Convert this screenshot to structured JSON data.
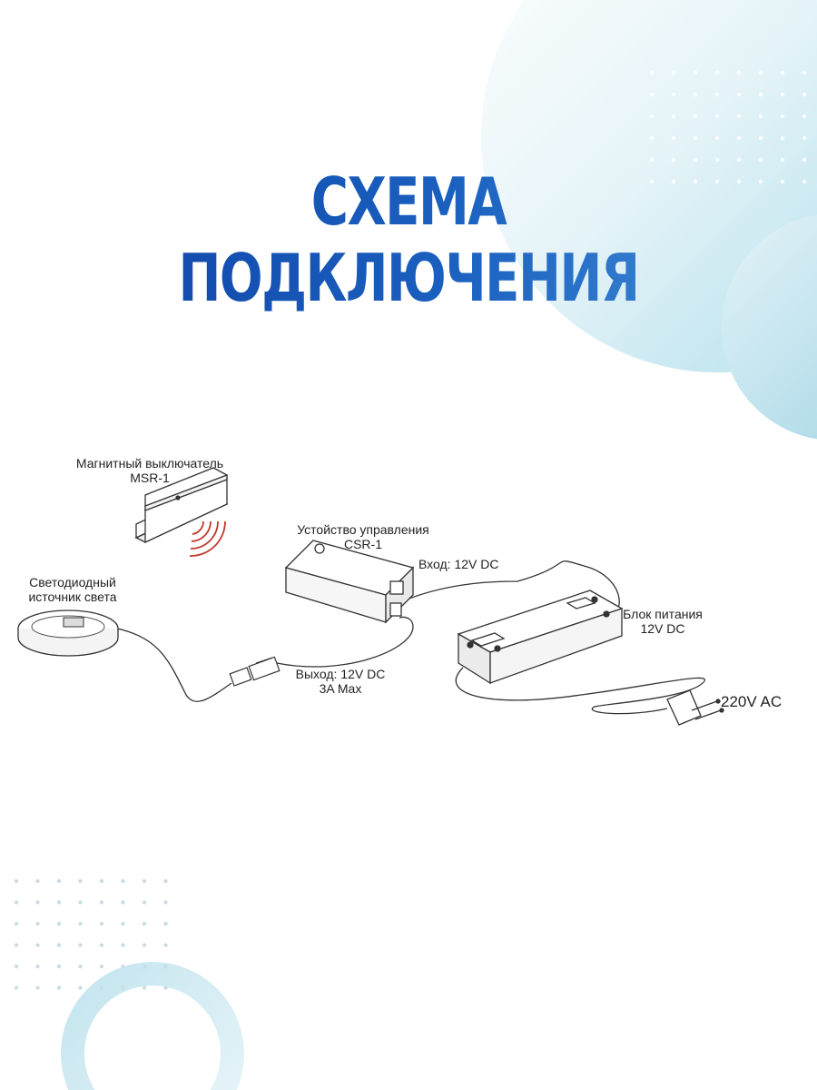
{
  "title": "СХЕМА ПОДКЛЮЧЕНИЯ",
  "colors": {
    "title": "#1254b4",
    "accent_light": "#d3ecf3",
    "accent_mid": "#9fd3e3",
    "dots": "#c9dde6",
    "line": "#333333",
    "signal": "#c0392b"
  },
  "components": {
    "switch": {
      "line1": "Магнитный выключатель",
      "line2": "MSR-1"
    },
    "controller": {
      "line1": "Устойство управления",
      "line2": "CSR-1"
    },
    "light": {
      "line1": "Светодиодный",
      "line2": "источник света"
    },
    "input": {
      "line1": "Вход: 12V DC"
    },
    "output": {
      "line1": "Выход: 12V DC",
      "line2": "3A Max"
    },
    "power_supply": {
      "line1": "Блок питания",
      "line2": "12V DC"
    },
    "mains": {
      "line1": "220V AC"
    }
  }
}
